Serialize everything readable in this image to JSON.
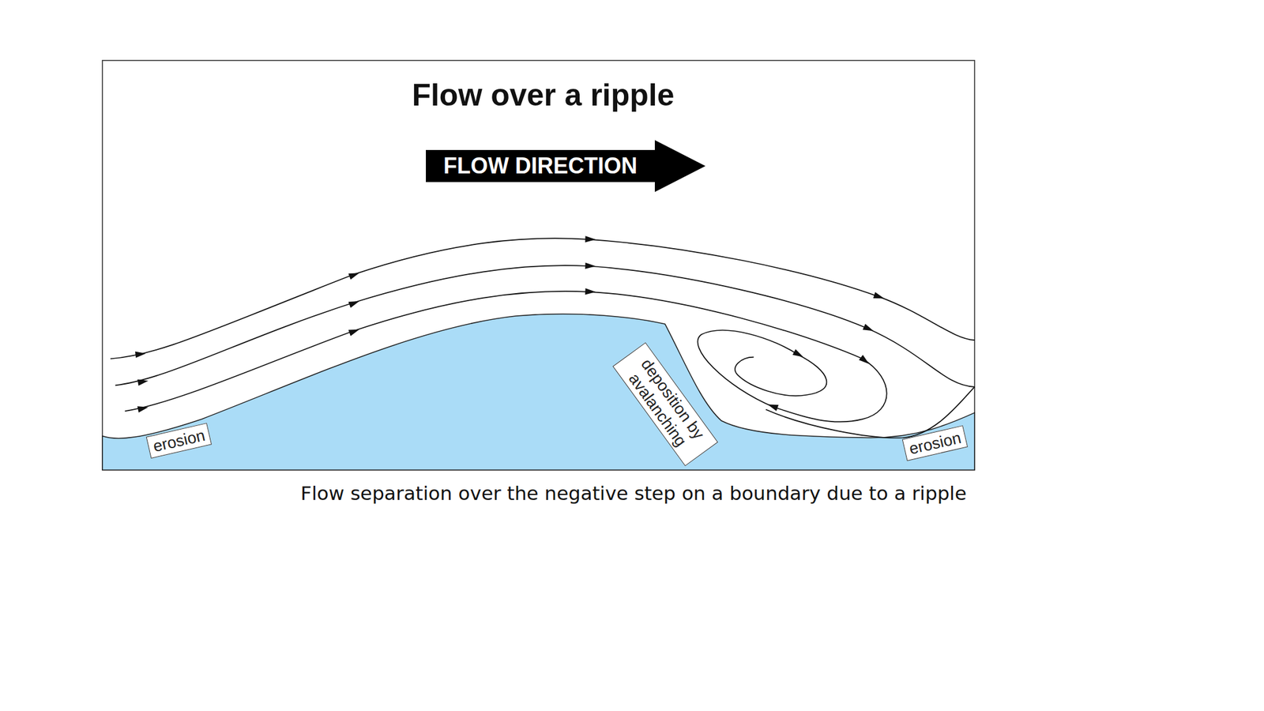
{
  "diagram": {
    "title": "Flow over a ripple",
    "caption": "Flow separation over the negative step on a boundary due to a ripple",
    "nodes": [
      {
        "text": [
          "FLOW DIRECTION"
        ]
      },
      {
        "text": [
          "erosion"
        ]
      },
      {
        "text": [
          "deposition by avalanching"
        ]
      },
      {
        "text": [
          "erosion"
        ]
      }
    ]
  }
}
